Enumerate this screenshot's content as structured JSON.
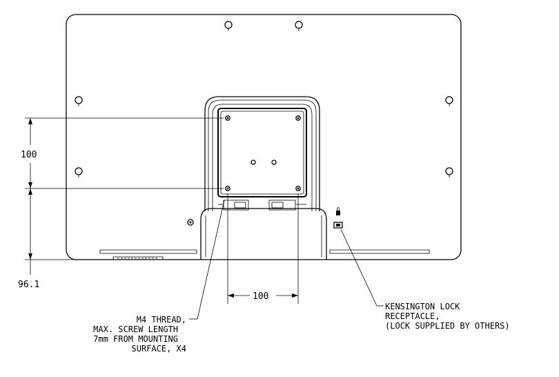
{
  "dimensions": {
    "vertical_spacing": "100",
    "horizontal_spacing": "100",
    "bottom_offset": "96.1"
  },
  "callouts": {
    "thread_note": [
      "M4 THREAD,",
      "MAX. SCREW LENGTH",
      "7mm FROM MOUNTING",
      "SURFACE, X4"
    ],
    "kensington_note": [
      "KENSINGTON LOCK",
      "RECEPTACLE,",
      "(LOCK SUPPLIED BY OTHERS)"
    ]
  }
}
